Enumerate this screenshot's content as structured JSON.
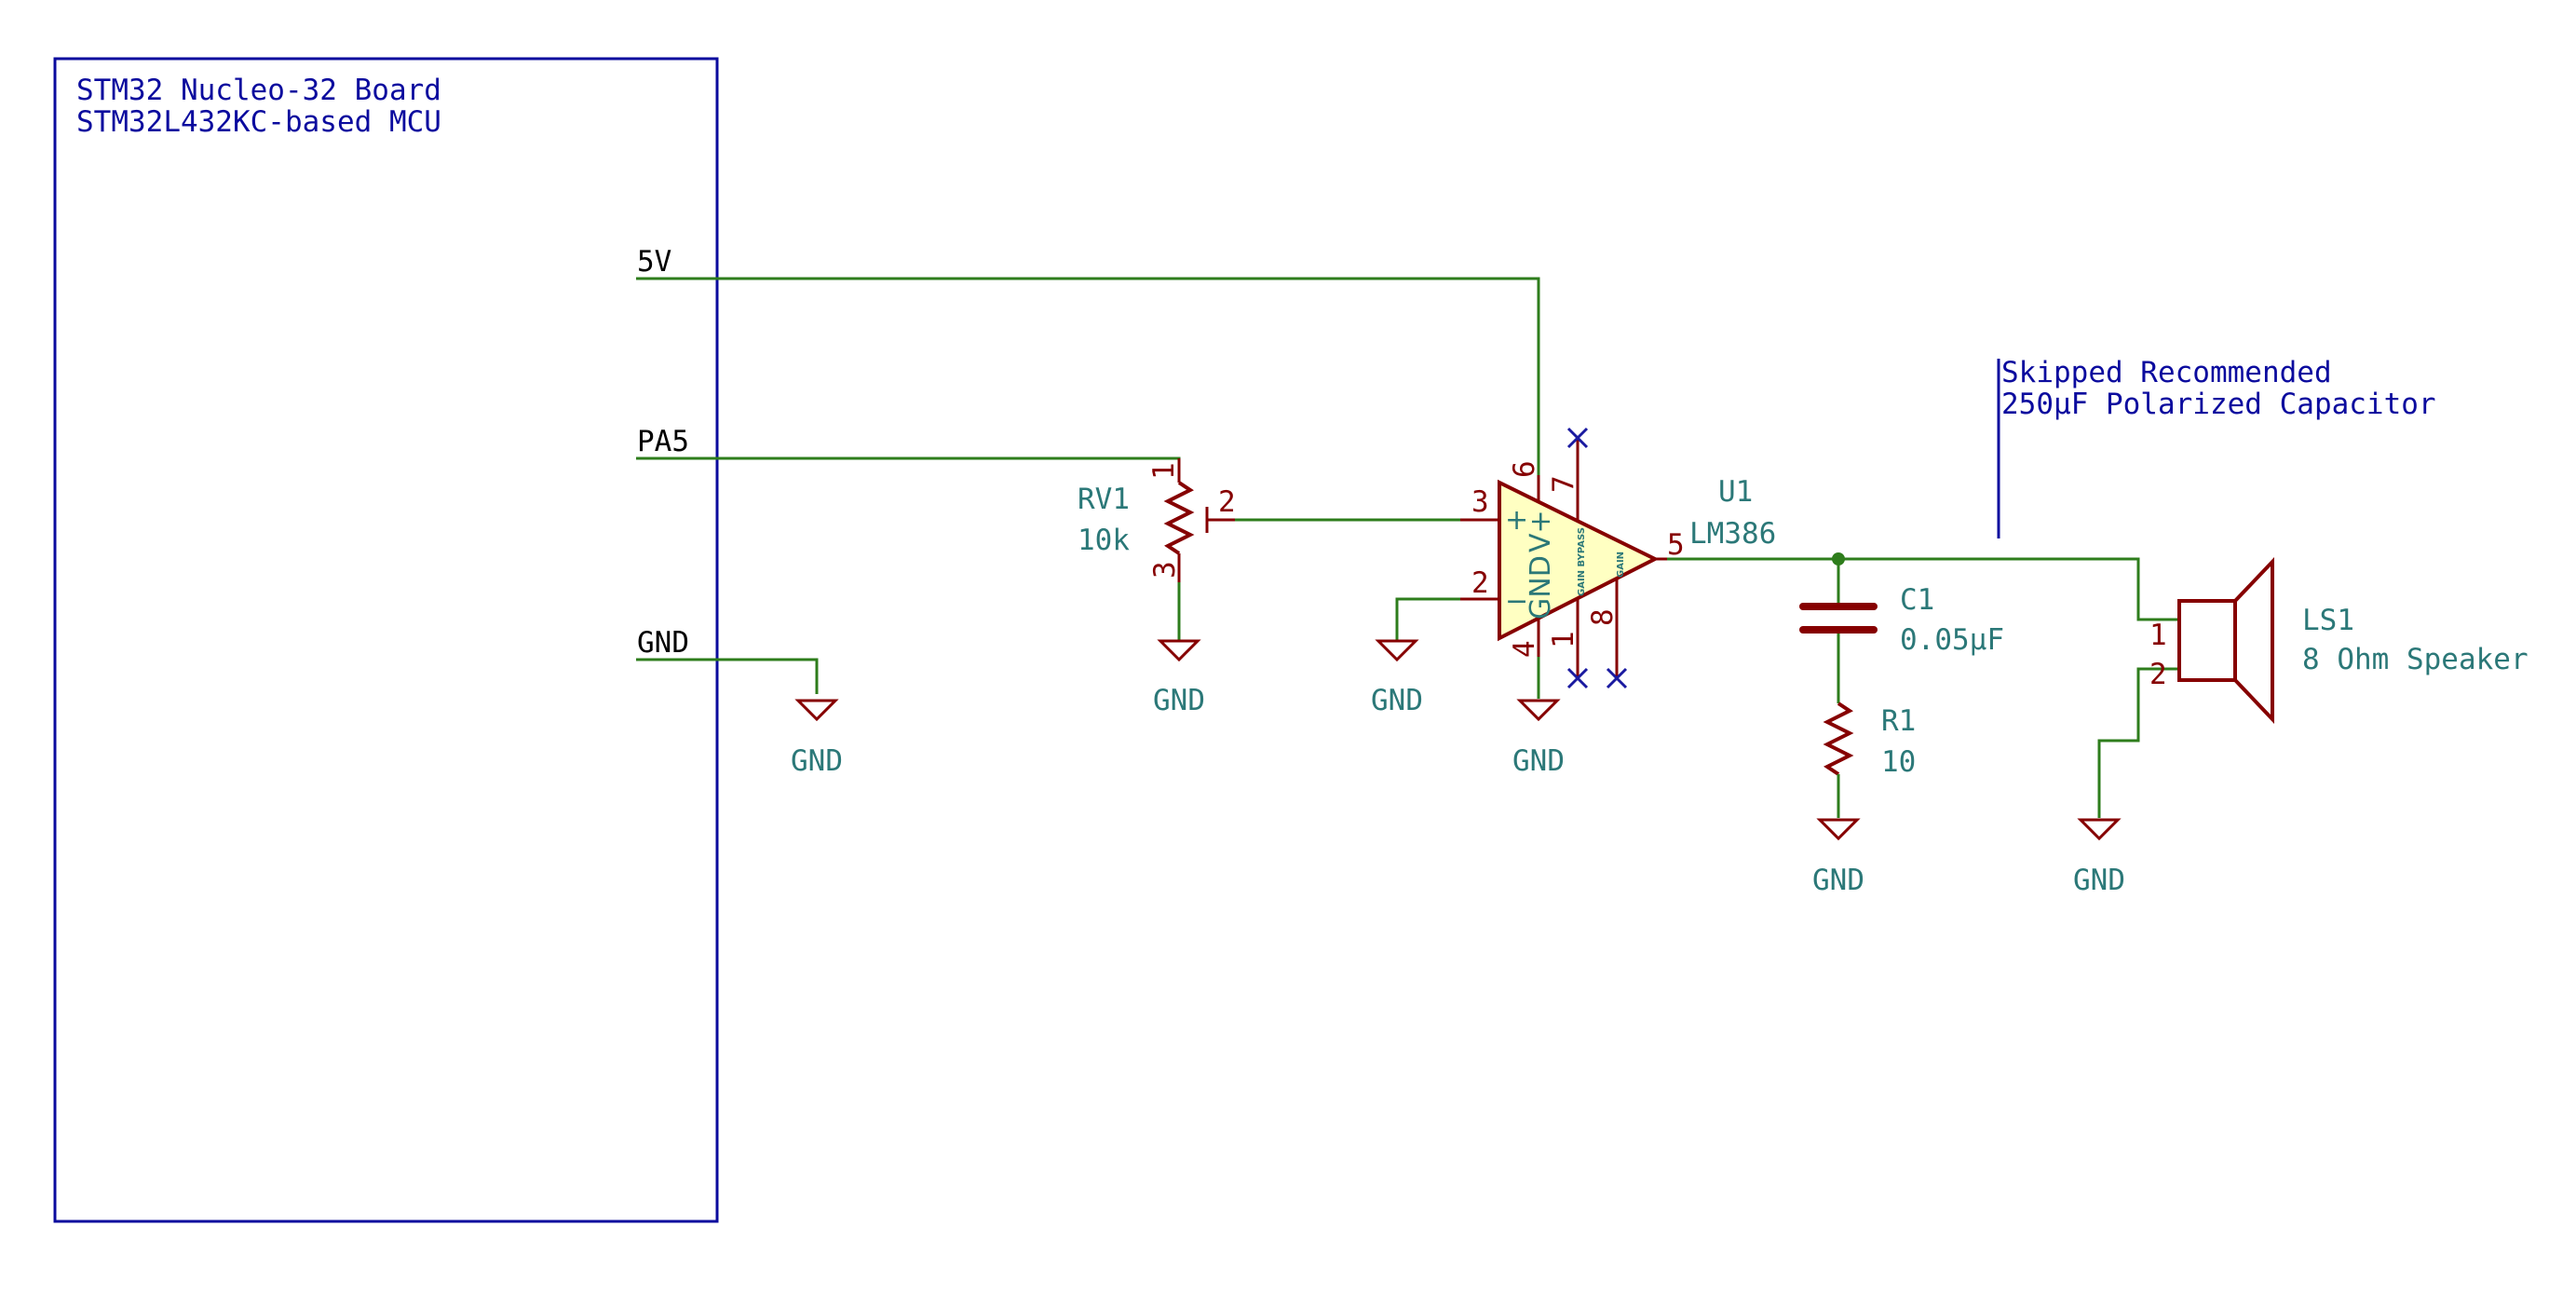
{
  "mcu": {
    "title_line1": "STM32 Nucleo-32 Board",
    "title_line2": "STM32L432KC-based MCU",
    "net_5v": "5V",
    "net_pa5": "PA5",
    "net_gnd": "GND"
  },
  "rv1": {
    "ref": "RV1",
    "value": "10k",
    "pin1": "1",
    "pin2": "2",
    "pin3": "3"
  },
  "u1": {
    "ref": "U1",
    "value": "LM386",
    "pin1": "1",
    "pin2": "2",
    "pin3": "3",
    "pin4": "4",
    "pin5": "5",
    "pin6": "6",
    "pin7": "7",
    "pin8": "8",
    "plus": "+",
    "minus": "−",
    "gnd": "GND",
    "vplus": "V+",
    "gain_bypass": "GAIN BYPASS",
    "gain": "GAIN"
  },
  "c1": {
    "ref": "C1",
    "value": "0.05µF"
  },
  "r1": {
    "ref": "R1",
    "value": "10"
  },
  "ls1": {
    "ref": "LS1",
    "value": "8 Ohm Speaker",
    "pin1": "1",
    "pin2": "2"
  },
  "note": {
    "line1": "Skipped Recommended",
    "line2": "250µF Polarized Capacitor"
  },
  "gnd_label": "GND",
  "colors": {
    "wire": "#2e7d1c",
    "symbol": "#860000",
    "symbol_fill": "#ffffc2",
    "reference_text": "#2b7878",
    "sheet_border": "#0b0b9e",
    "no_connect": "#1a1aa0"
  }
}
